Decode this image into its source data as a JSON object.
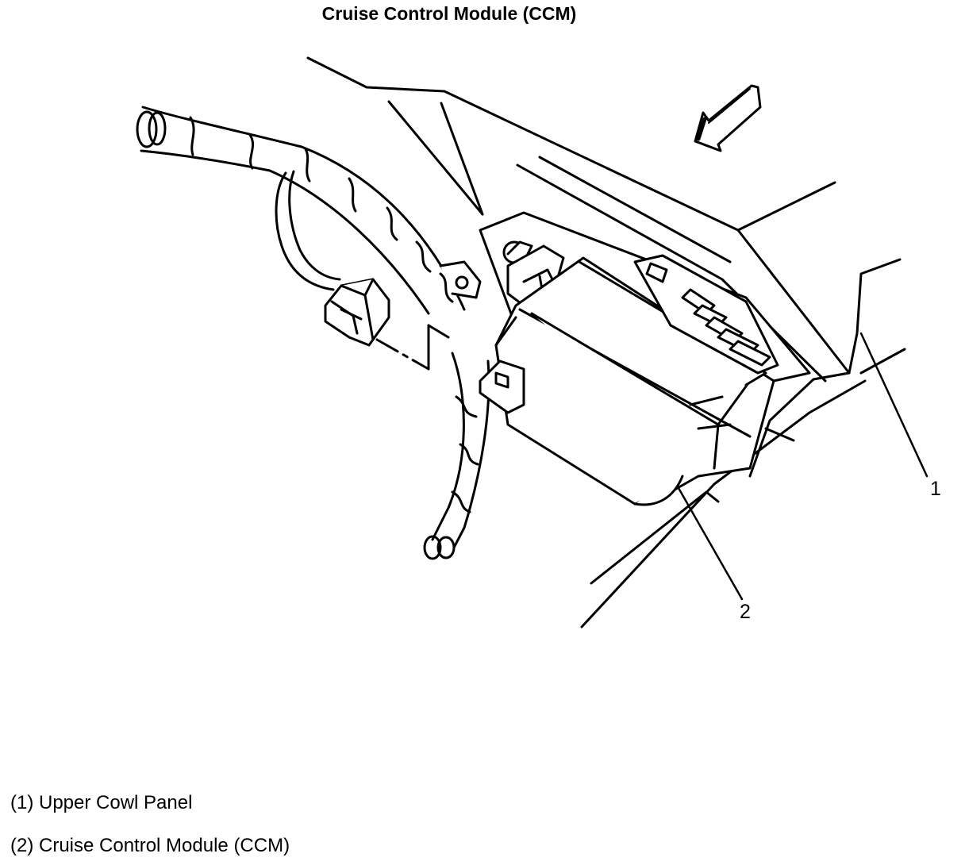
{
  "title": "Cruise Control Module (CCM)",
  "callouts": [
    {
      "number": "1",
      "label": "Upper Cowl Panel"
    },
    {
      "number": "2",
      "label": "Cruise Control Module (CCM)"
    }
  ],
  "legend": [
    "(1) Upper Cowl Panel",
    "(2) Cruise Control Module (CCM)"
  ]
}
